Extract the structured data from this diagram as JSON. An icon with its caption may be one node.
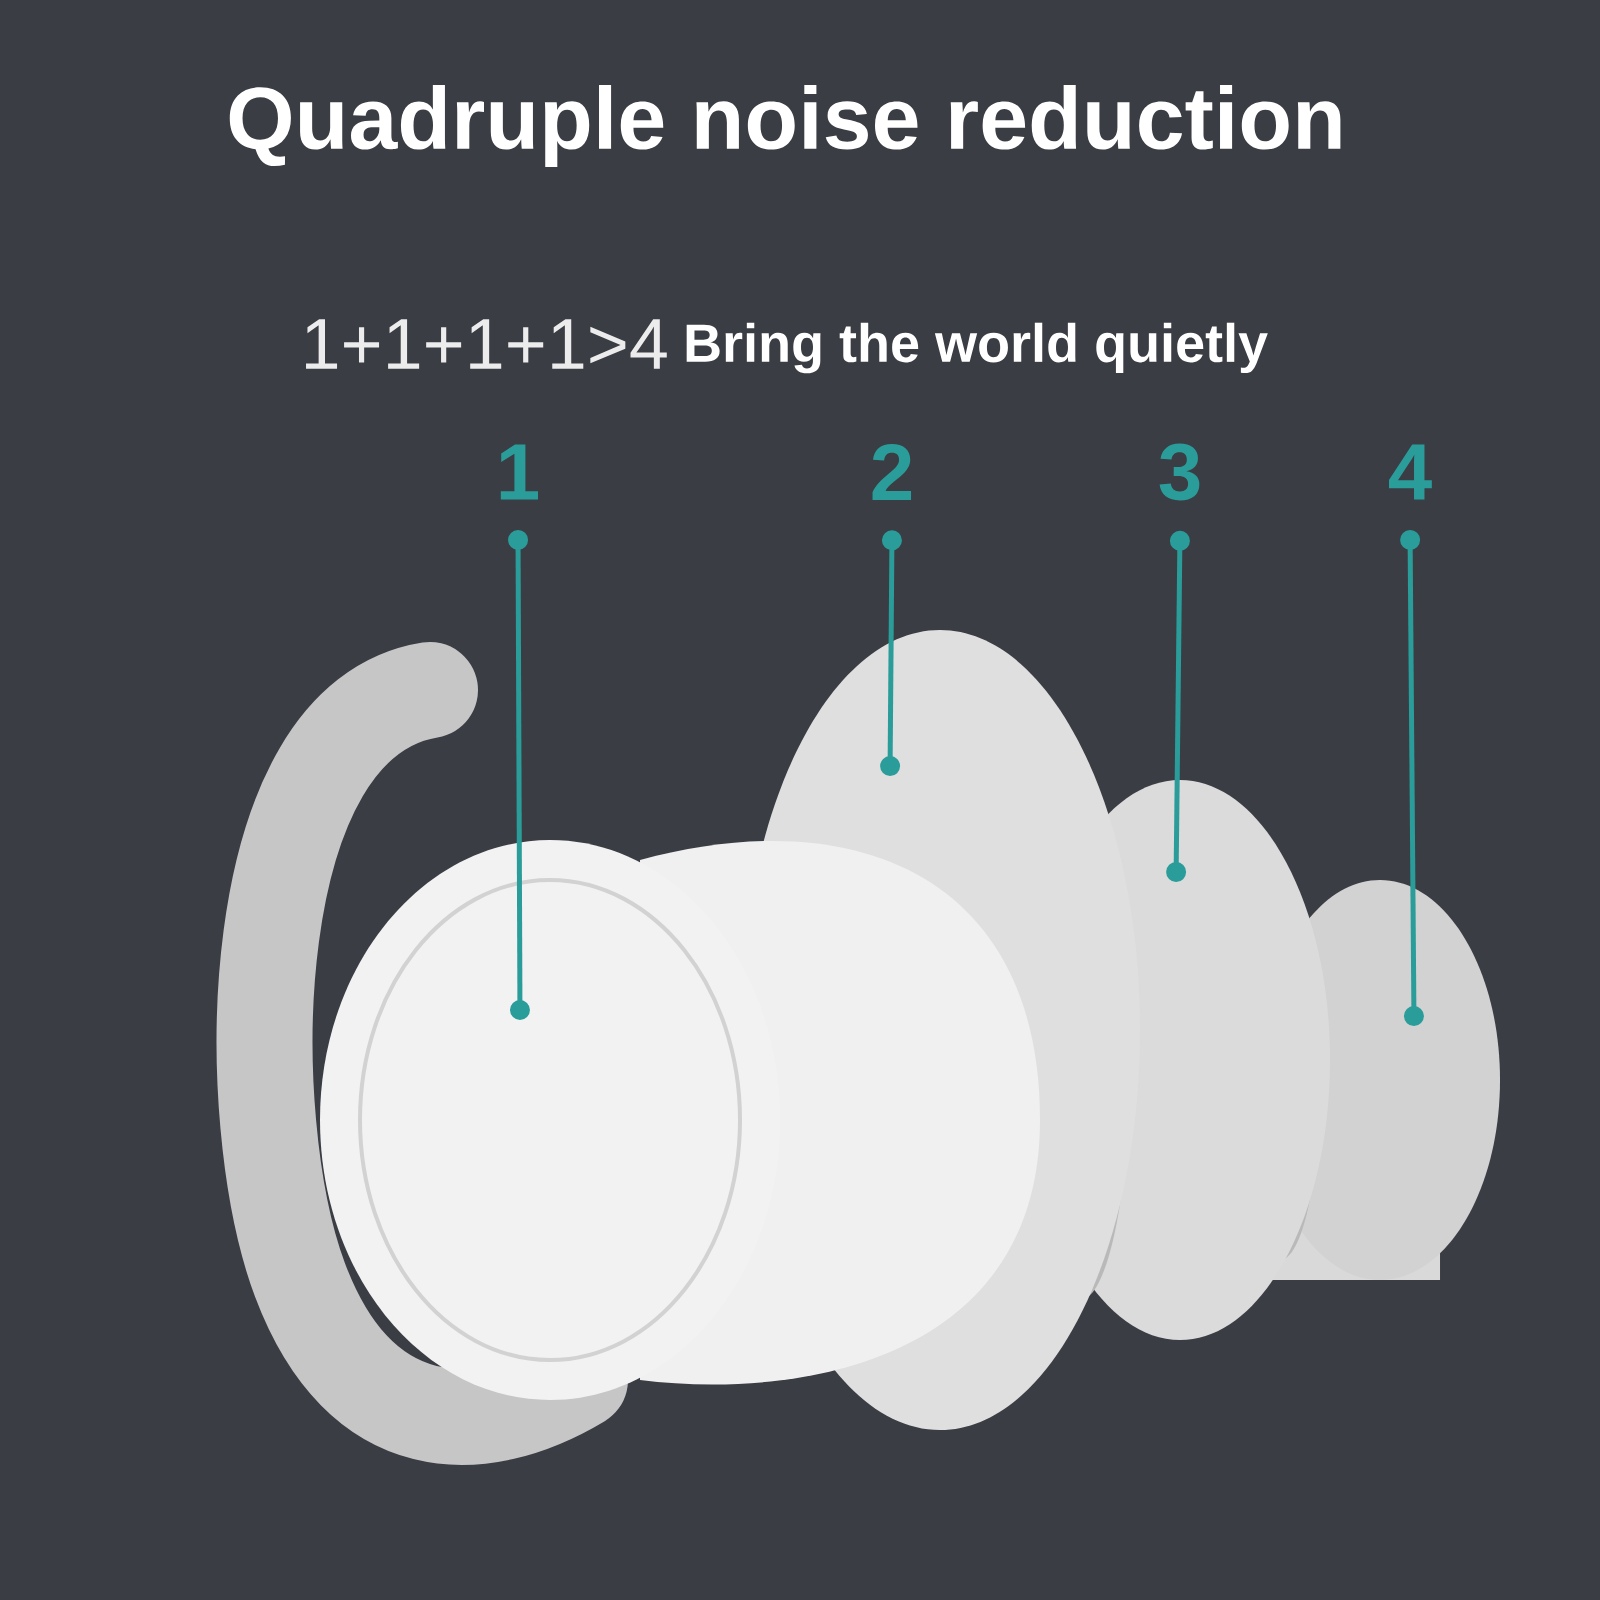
{
  "diagram": {
    "title": "Quadruple noise reduction",
    "nodes": [
      {
        "text": [
          "1"
        ]
      },
      {
        "text": [
          "2"
        ]
      },
      {
        "text": [
          "3"
        ]
      },
      {
        "text": [
          "4"
        ]
      }
    ],
    "edges": [
      {
        "from": 0,
        "to": null,
        "arrow": "other"
      },
      {
        "from": 1,
        "to": null,
        "arrow": "other"
      },
      {
        "from": 2,
        "to": null,
        "arrow": "other"
      },
      {
        "from": 3,
        "to": null,
        "arrow": "other"
      }
    ],
    "labels": [
      "1+1+1+1>4",
      "Bring the world quietly"
    ]
  }
}
